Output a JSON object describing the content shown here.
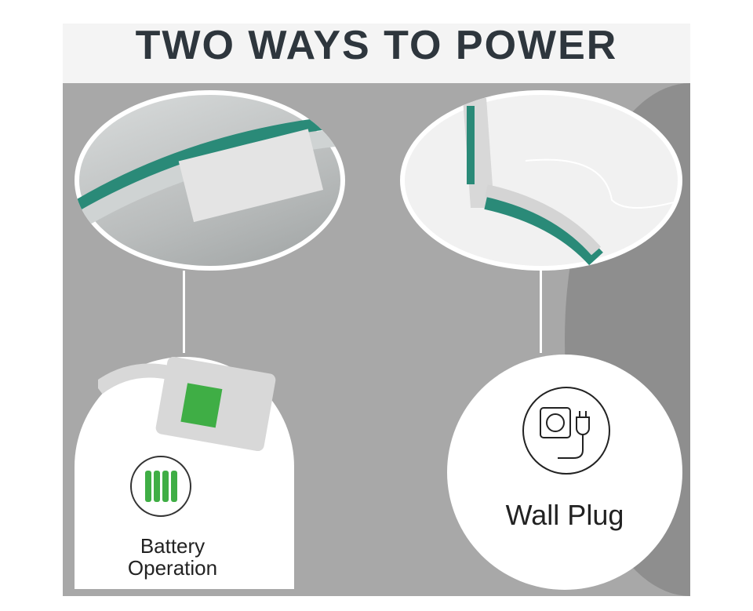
{
  "title": "TWO WAYS TO POWER",
  "options": [
    {
      "label": "Battery Operation",
      "line1": "Battery",
      "line2": "Operation"
    },
    {
      "label": "Wall Plug"
    }
  ],
  "colors": {
    "teal": "#2a8a78",
    "battery": "#3fae45",
    "panel": "#a8a8a8"
  }
}
